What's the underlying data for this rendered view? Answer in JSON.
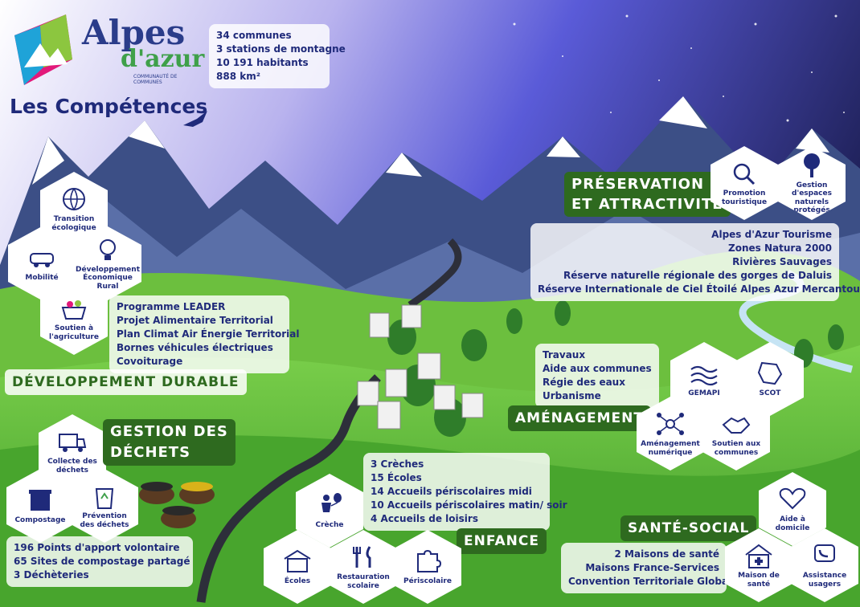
{
  "logo": {
    "brand_line1": "Alpes",
    "brand_line2": "d'azur",
    "brand_sub": "COMMUNAUTÉ DE COMMUNES"
  },
  "page_title": "Les Compétences",
  "stats": [
    "34 communes",
    "3 stations de montagne",
    "10 191 habitants",
    "888 km²"
  ],
  "sections": {
    "developpement": {
      "title": "DÉVELOPPEMENT DURABLE",
      "hexes": [
        "Transition écologique",
        "Mobilité",
        "Développement Économique Rural",
        "Soutien à l'agriculture"
      ],
      "items": [
        "Programme LEADER",
        "Projet Alimentaire Territorial",
        "Plan Climat Air Énergie Territorial",
        "Bornes véhicules électriques",
        "Covoiturage"
      ]
    },
    "preservation": {
      "title_line1": "PRÉSERVATION",
      "title_line2": "ET ATTRACTIVITÉ",
      "hexes": [
        "Promotion touristique",
        "Gestion d'espaces naturels protégés"
      ],
      "items": [
        "Alpes d'Azur Tourisme",
        "Zones Natura 2000",
        "Rivières Sauvages",
        "Réserve naturelle régionale des gorges de Daluis",
        "Réserve Internationale de Ciel Étoilé Alpes Azur Mercantour"
      ]
    },
    "amenagement": {
      "title": "AMÉNAGEMENT",
      "hexes": [
        "GEMAPI",
        "SCOT",
        "Aménagement numérique",
        "Soutien aux communes"
      ],
      "items": [
        "Travaux",
        "Aide aux communes",
        "Régie des eaux",
        "Urbanisme"
      ]
    },
    "dechets": {
      "title_line1": "GESTION DES",
      "title_line2": "DÉCHETS",
      "hexes": [
        "Collecte des déchets",
        "Compostage",
        "Prévention des déchets"
      ],
      "items": [
        "196 Points d'apport volontaire",
        "65 Sites de compostage partagé",
        "3 Déchèteries"
      ]
    },
    "enfance": {
      "title": "ENFANCE",
      "hexes": [
        "Crèche",
        "Écoles",
        "Restauration scolaire",
        "Périscolaire"
      ],
      "items": [
        "3 Crèches",
        "15 Écoles",
        "14 Accueils périscolaires midi",
        "10 Accueils périscolaires matin/ soir",
        "4 Accueils de loisirs"
      ]
    },
    "sante": {
      "title": "SANTÉ-SOCIAL",
      "hexes": [
        "Aide à domicile",
        "Maison de santé",
        "Assistance usagers"
      ],
      "items": [
        "2 Maisons de santé",
        "Maisons France-Services",
        "Convention Territoriale Globale"
      ]
    }
  },
  "colors": {
    "navy": "#1f2a7a",
    "green_dark": "#2e6a1f",
    "sky_purple": "#5a5bd8"
  }
}
